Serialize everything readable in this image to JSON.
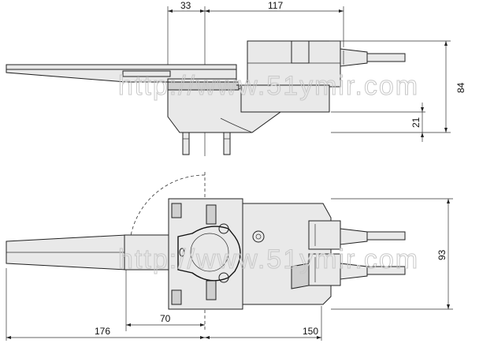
{
  "dimensions": {
    "top_width_left": "33",
    "top_width_right": "117",
    "side_height_total": "84",
    "side_height_small": "21",
    "front_height": "93",
    "front_width_left": "176",
    "front_width_mid": "70",
    "front_width_right": "150"
  },
  "watermark": {
    "top": "http://www.51ymir.com",
    "bottom": "http://www.51ymir.com"
  },
  "colors": {
    "line": "#222222",
    "watermark": "#c8c8c8",
    "background": "#ffffff"
  }
}
